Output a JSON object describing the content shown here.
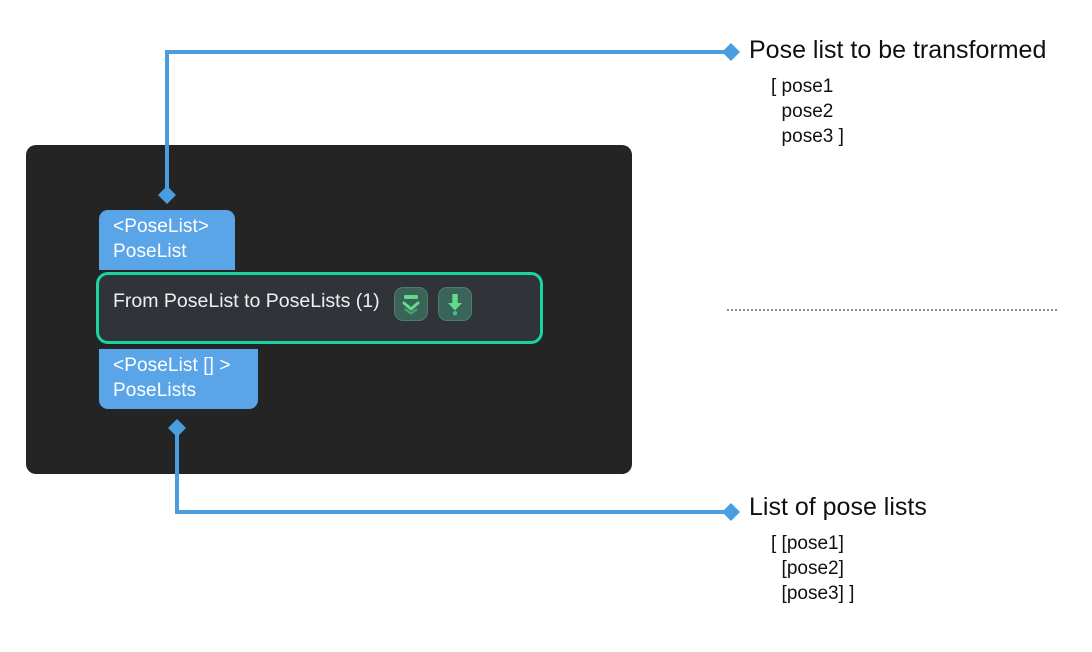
{
  "canvas": {
    "background": "#ffffff",
    "panel_color": "#242424"
  },
  "colors": {
    "port_blue": "#5aa4e8",
    "node_green": "#19d6a0",
    "node_body": "#303338",
    "connector_blue": "#4a9ede",
    "icon_green": "#62d98b",
    "divider_gray": "#8a8a8a",
    "text_dark": "#101010",
    "text_light": "#eef1f3"
  },
  "node": {
    "title": "From PoseList to PoseLists (1)",
    "input_port": {
      "type_line": "<PoseList>",
      "name_line": "PoseList"
    },
    "output_port": {
      "type_line": "<PoseList [] >",
      "name_line": "PoseLists"
    },
    "actions": [
      {
        "name": "collapse-all-icon",
        "tooltip": "Collapse"
      },
      {
        "name": "execute-down-icon",
        "tooltip": "Execute"
      }
    ]
  },
  "annotations": {
    "input": {
      "title": "Pose list to be transformed",
      "body": "[ pose1\n  pose2\n  pose3 ]"
    },
    "output": {
      "title": "List of pose lists",
      "body": "[ [pose1]\n  [pose2]\n  [pose3] ]"
    }
  }
}
